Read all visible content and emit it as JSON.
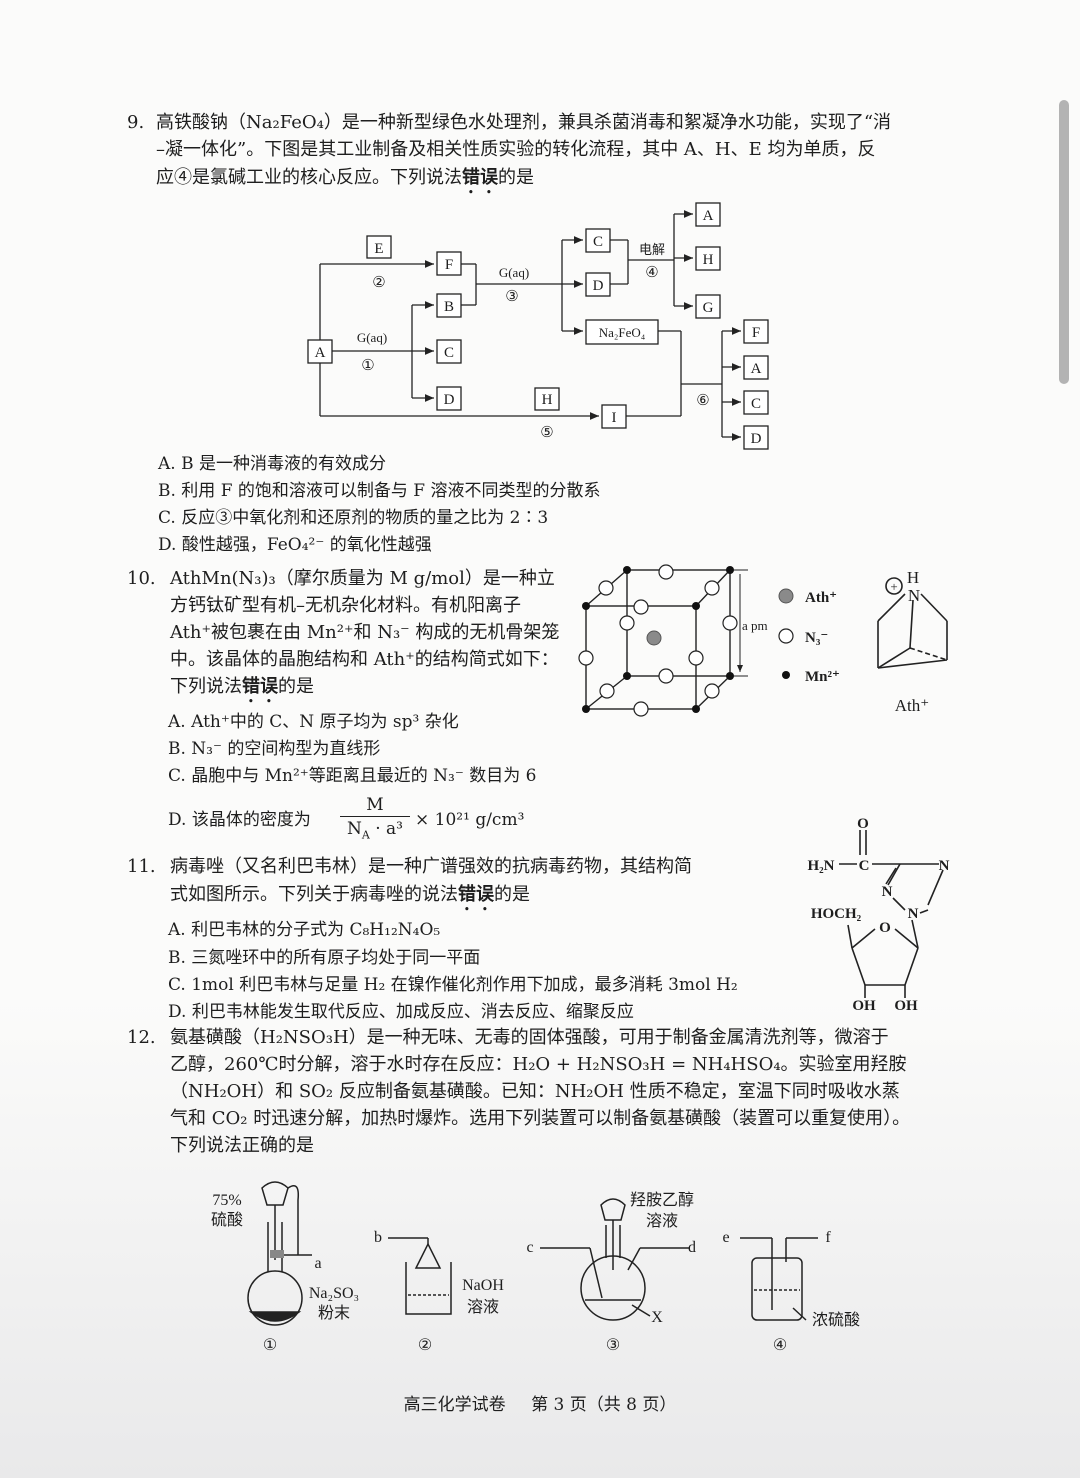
{
  "q9": {
    "number": "9.",
    "lines": [
      "高铁酸钠（Na₂FeO₄）是一种新型绿色水处理剂，兼具杀菌消毒和絮凝净水功能，实现了“消",
      "–凝一体化”。下图是其工业制备及相关性质实验的转化流程，其中 A、H、E 均为单质，反",
      "应④是氯碱工业的核心反应。下列说法"
    ],
    "emph": "错误",
    "tail": "的是",
    "diagram": {
      "boxes": [
        "A",
        "E",
        "F",
        "B",
        "C",
        "D",
        "H",
        "I",
        "C",
        "D",
        "Na₂FeO₄",
        "A",
        "H",
        "G",
        "F",
        "A",
        "C",
        "D"
      ],
      "labels": [
        "G(aq)",
        "①",
        "②",
        "G(aq)",
        "③",
        "电解",
        "④",
        "⑤",
        "⑥"
      ]
    },
    "options": [
      "A.  B 是一种消毒液的有效成分",
      "B.  利用 F 的饱和溶液可以制备与 F 溶液不同类型的分散系",
      "C.  反应③中氧化剂和还原剂的物质的量之比为 2∶3",
      "D.  酸性越强，FeO₄²⁻ 的氧化性越强"
    ]
  },
  "q10": {
    "number": "10.",
    "lines": [
      "AthMn(N₃)₃（摩尔质量为 M g/mol）是一种立",
      "方钙钛矿型有机–无机杂化材料。有机阳离子",
      "Ath⁺被包裹在由 Mn²⁺和 N₃⁻ 构成的无机骨架笼",
      "中。该晶体的晶胞结构和 Ath⁺的结构简式如下：",
      "下列说法"
    ],
    "emph": "错误",
    "tail": "的是",
    "cell_label": "a pm",
    "legend": [
      "Ath⁺",
      "N₃⁻",
      "Mn²⁺"
    ],
    "struct_label": "Ath⁺",
    "struct_H": "H",
    "struct_N": "N",
    "struct_plus": "+",
    "options": [
      "A.  Ath⁺中的 C、N 原子均为 sp³ 杂化",
      "B.  N₃⁻ 的空间构型为直线形",
      "C.  晶胞中与 Mn²⁺等距离且最近的 N₃⁻ 数目为 6",
      "D.  该晶体的密度为"
    ],
    "density": {
      "num": "M",
      "den": "N",
      "den_sub": "A",
      "den_tail": "· a³",
      "suffix": "× 10²¹ g/cm³"
    }
  },
  "q11": {
    "number": "11.",
    "lines": [
      "病毒唑（又名利巴韦林）是一种广谱强效的抗病毒药物，其结构简",
      "式如图所示。下列关于病毒唑的说法"
    ],
    "emph": "错误",
    "tail": "的是",
    "struct_texts": [
      "O",
      "H₂N",
      "C",
      "N",
      "N",
      "N",
      "HOCH₂",
      "O",
      "OH",
      "OH"
    ],
    "options": [
      "A.  利巴韦林的分子式为 C₈H₁₂N₄O₅",
      "B.  三氮唑环中的所有原子均处于同一平面",
      "C.  1mol 利巴韦林与足量 H₂ 在镍作催化剂作用下加成，最多消耗 3mol H₂",
      "D.  利巴韦林能发生取代反应、加成反应、消去反应、缩聚反应"
    ]
  },
  "q12": {
    "number": "12.",
    "lines": [
      "氨基磺酸（H₂NSO₃H）是一种无味、无毒的固体强酸，可用于制备金属清洗剂等，微溶于",
      "乙醇，260℃时分解，溶于水时存在反应：H₂O + H₂NSO₃H = NH₄HSO₄。实验室用羟胺",
      "（NH₂OH）和 SO₂ 反应制备氨基磺酸。已知：NH₂OH 性质不稳定，室温下同时吸收水蒸",
      "气和 CO₂ 时迅速分解，加热时爆炸。选用下列装置可以制备氨基磺酸（装置可以重复使用）。",
      "下列说法正确的是"
    ],
    "apparatus": {
      "a1_top": "75%",
      "a1_bottom": "硫酸",
      "a1_port": "a",
      "a1_solid1": "Na₂SO₃",
      "a1_solid2": "粉末",
      "a1_num": "①",
      "a2_port": "b",
      "a2_liq1": "NaOH",
      "a2_liq2": "溶液",
      "a2_num": "②",
      "a3_top1": "羟胺乙醇",
      "a3_top2": "溶液",
      "a3_left": "c",
      "a3_right": "d",
      "a3_x": "X",
      "a3_num": "③",
      "a4_left": "e",
      "a4_right": "f",
      "a4_liq": "浓硫酸",
      "a4_num": "④"
    }
  },
  "footer": {
    "title": "高三化学试卷",
    "page": "第 3 页（共 8 页）"
  }
}
